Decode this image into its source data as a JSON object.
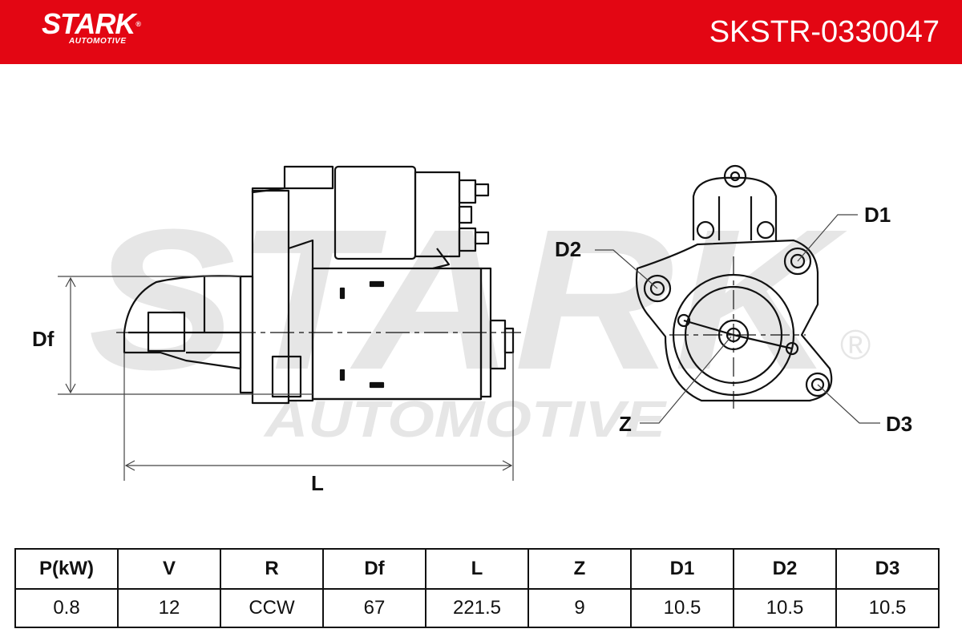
{
  "brand": {
    "name": "STARK",
    "sub": "AUTOMOTIVE",
    "reg": "®",
    "header_color": "#e30613",
    "watermark_main": "STARK",
    "watermark_sub": "AUTOMOTIVE"
  },
  "part_number": "SKSTR-0330047",
  "diagram": {
    "labels": {
      "df": "Df",
      "l": "L",
      "d1": "D1",
      "d2": "D2",
      "d3": "D3",
      "z": "Z"
    }
  },
  "specs": {
    "headers": [
      "P(kW)",
      "V",
      "R",
      "Df",
      "L",
      "Z",
      "D1",
      "D2",
      "D3"
    ],
    "values": [
      "0.8",
      "12",
      "CCW",
      "67",
      "221.5",
      "9",
      "10.5",
      "10.5",
      "10.5"
    ]
  }
}
